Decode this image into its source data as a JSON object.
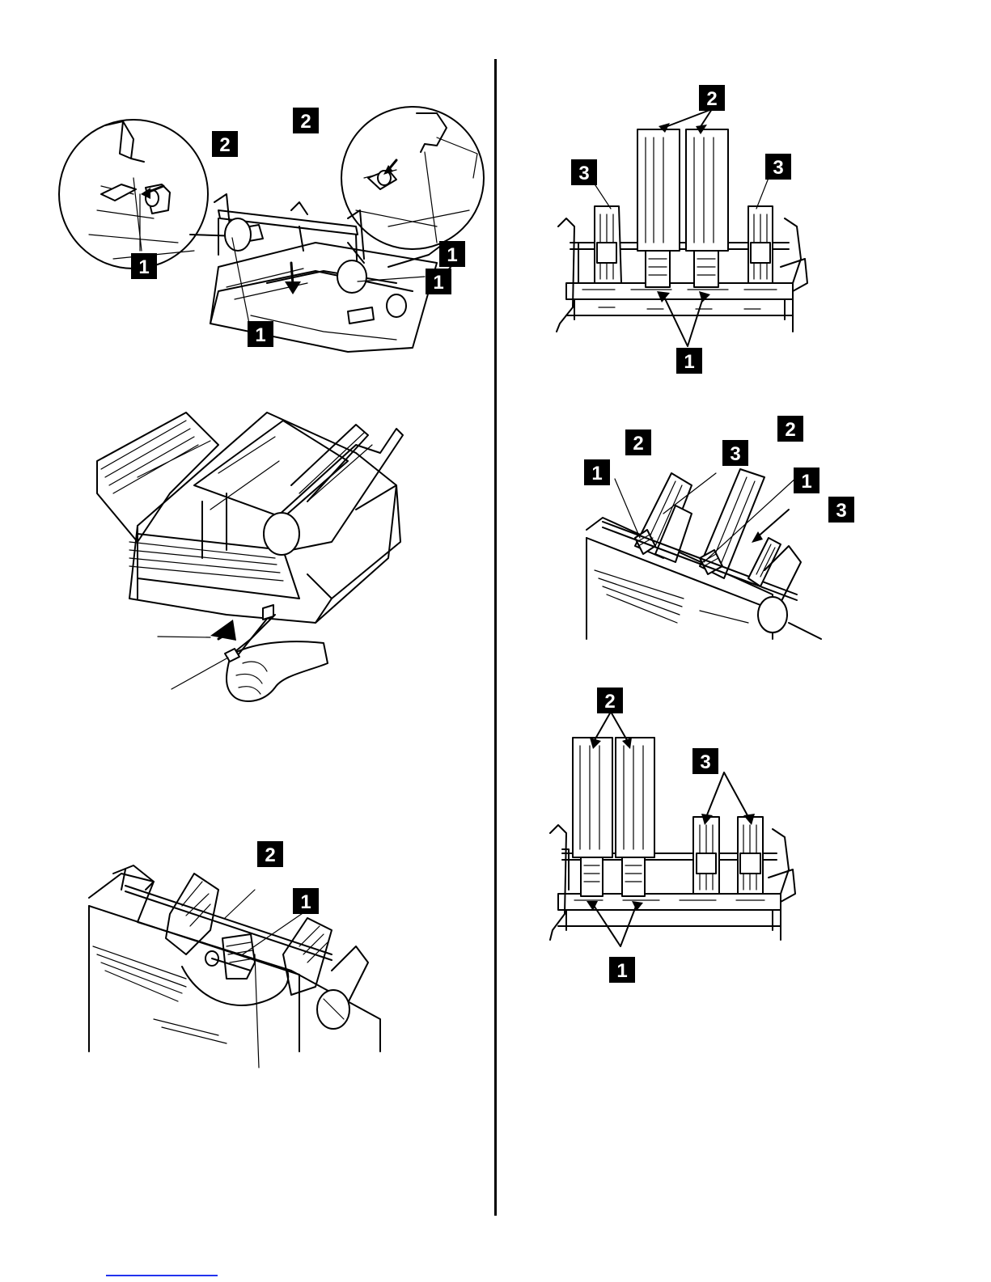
{
  "figures": [
    {
      "id": "fig-printer-drum",
      "callouts": [
        "2",
        "2",
        "1",
        "1",
        "1",
        "1"
      ]
    },
    {
      "id": "fig-hand-lever",
      "callouts": []
    },
    {
      "id": "fig-tractor-detail",
      "callouts": [
        "2",
        "1"
      ]
    },
    {
      "id": "fig-tractor-front",
      "callouts": [
        "2",
        "3",
        "3",
        "1"
      ]
    },
    {
      "id": "fig-tractor-angled",
      "callouts": [
        "2",
        "2",
        "3",
        "1",
        "1",
        "3"
      ]
    },
    {
      "id": "fig-tractor-rearranged",
      "callouts": [
        "2",
        "3",
        "1"
      ]
    }
  ],
  "colors": {
    "line": "#000000",
    "background": "#ffffff",
    "footer_link": "#2233ee"
  }
}
